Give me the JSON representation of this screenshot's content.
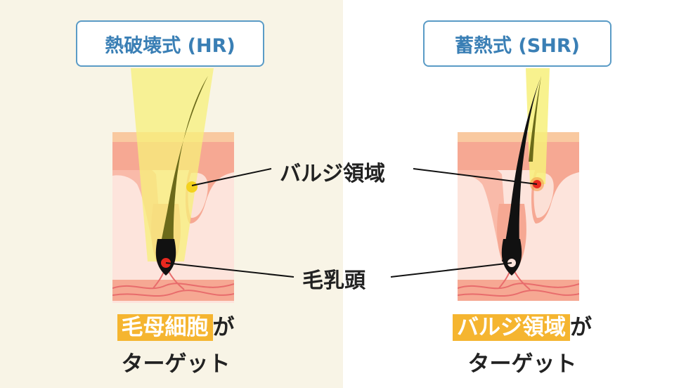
{
  "left": {
    "title": "熱破壊式 (HR)",
    "caption_highlight": "毛母細胞",
    "caption_suffix": "が",
    "caption_line2": "ターゲット"
  },
  "right": {
    "title": "蓄熱式 (SHR)",
    "caption_highlight": "バルジ領域",
    "caption_suffix": "が",
    "caption_line2": "ターゲット"
  },
  "labels": {
    "bulge": "バルジ領域",
    "papilla": "毛乳頭"
  },
  "colors": {
    "left_bg": "#f8f4e6",
    "title_border": "#5a9bc6",
    "title_text": "#3a7fb5",
    "highlight": "#f5b530",
    "light_beam": "#f7f07a",
    "skin": "#fde4dc",
    "epidermis": "#f6a893",
    "hair": "#111111",
    "target_red": "#e8281f"
  }
}
